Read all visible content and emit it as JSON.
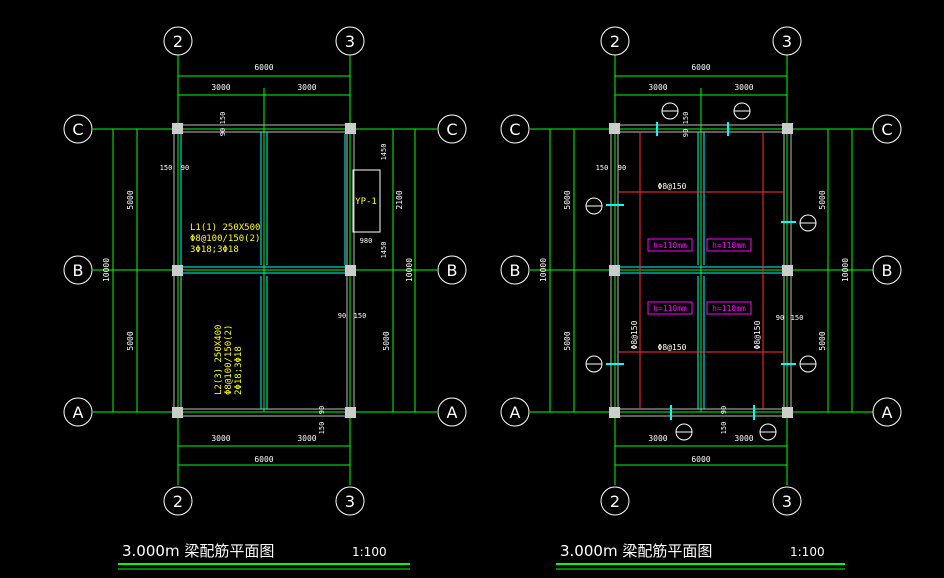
{
  "colors": {
    "background": "#000000",
    "axis_line": "#00ff00",
    "dim_text": "#ffffff",
    "wall": "#cccccc",
    "beam_cyan": "#00ffff",
    "annotation_yellow": "#ffff00",
    "rebar_red": "#ff3030",
    "magenta": "#ff00ff",
    "axis_bubble": "#ffffff"
  },
  "plans": [
    {
      "grid_columns": [
        "2",
        "3"
      ],
      "grid_rows": [
        "C",
        "B",
        "A"
      ],
      "dims_top_total": "6000",
      "dims_top_left": "3000",
      "dims_top_right": "3000",
      "dims_bottom_left": "3000",
      "dims_bottom_right": "3000",
      "dims_bottom_total": "6000",
      "dims_left_upper": "5000",
      "dims_left_lower": "5000",
      "dims_left_total": "10000",
      "dims_right_upper": "2100",
      "dims_right_lower": "5000",
      "dims_right_total": "10000",
      "dim_1450_a": "1450",
      "dim_1450_b": "1450",
      "dim_980": "980",
      "small_150_90_top": "150",
      "small_90_top": "90",
      "small_150_left": "150",
      "small_90_left": "90",
      "small_90_right": "90",
      "small_150_right": "150",
      "small_90_bottom": "90",
      "small_150_bottom": "150",
      "yp_label": "YP-1",
      "beam1_line1": "L1(1) 250X500",
      "beam1_line2": "Φ8@100/150(2)",
      "beam1_line3": "3Φ18;3Φ18",
      "beam2_line1": "L2(3) 250X400",
      "beam2_line2": "Φ8@100/150(2)",
      "beam2_line3": "2Φ18;3Φ18",
      "title": "3.000m 梁配筋平面图",
      "scale": "1:100"
    },
    {
      "grid_columns": [
        "2",
        "3"
      ],
      "grid_rows": [
        "C",
        "B",
        "A"
      ],
      "dims_top_total": "6000",
      "dims_top_left": "3000",
      "dims_top_right": "3000",
      "dims_bottom_left": "3000",
      "dims_bottom_right": "3000",
      "dims_bottom_total": "6000",
      "dims_left_upper": "5000",
      "dims_left_lower": "5000",
      "dims_left_total": "10000",
      "dims_right_upper": "5000",
      "dims_right_lower": "5000",
      "dims_right_total": "10000",
      "small_150_left": "150",
      "small_90_left": "90",
      "small_90_top": "90",
      "small_150_top": "150",
      "small_90_right": "90",
      "small_150_right": "150",
      "small_90_bottom": "90",
      "small_150_bottom": "150",
      "rebar_label_top": "Φ8@150",
      "rebar_label_bottom": "Φ8@150",
      "rebar_label_vert_left": "Φ8@150",
      "rebar_label_vert_right": "Φ8@150",
      "slab_tags": [
        "h=110mm",
        "h=110mm",
        "h=110mm",
        "h=110mm"
      ],
      "title": "3.000m 梁配筋平面图",
      "scale": "1:100"
    }
  ]
}
